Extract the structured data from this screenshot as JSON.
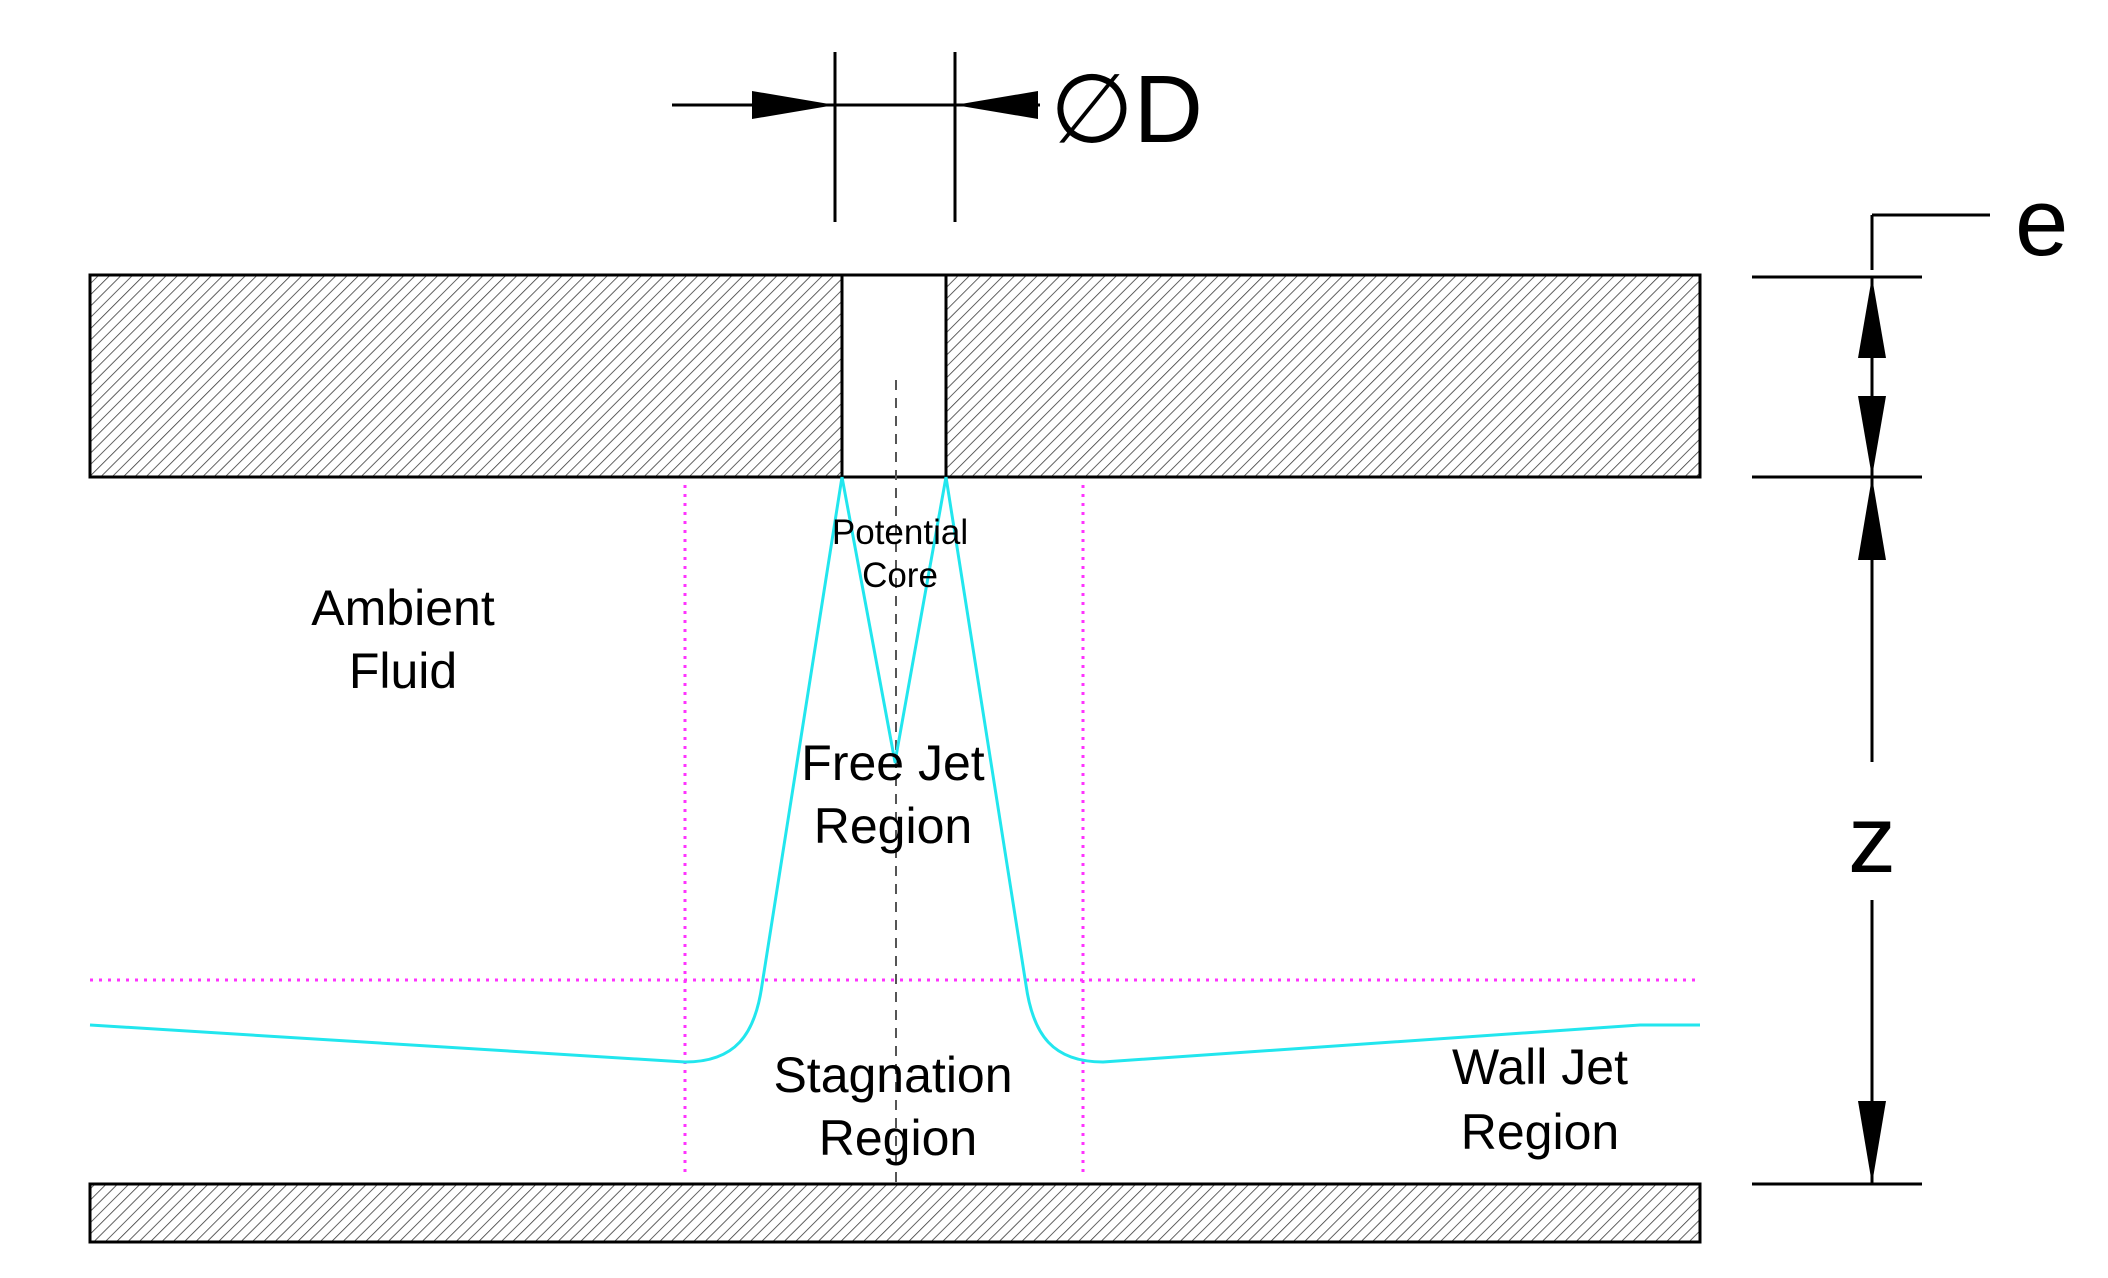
{
  "labels": {
    "diameter": "∅D",
    "thickness": "e",
    "distance": "z",
    "potential_core_line1": "Potential",
    "potential_core_line2": "Core",
    "ambient_line1": "Ambient",
    "ambient_line2": "Fluid",
    "free_jet_line1": "Free Jet",
    "free_jet_line2": "Region",
    "stagnation_line1": "Stagnation",
    "stagnation_line2": "Region",
    "wall_jet_line1": "Wall Jet",
    "wall_jet_line2": "Region"
  },
  "colors": {
    "line": "#000000",
    "hatch": "#3a3a3a",
    "jet_boundary": "#22e6ee",
    "region_divider": "#ff33ff"
  }
}
